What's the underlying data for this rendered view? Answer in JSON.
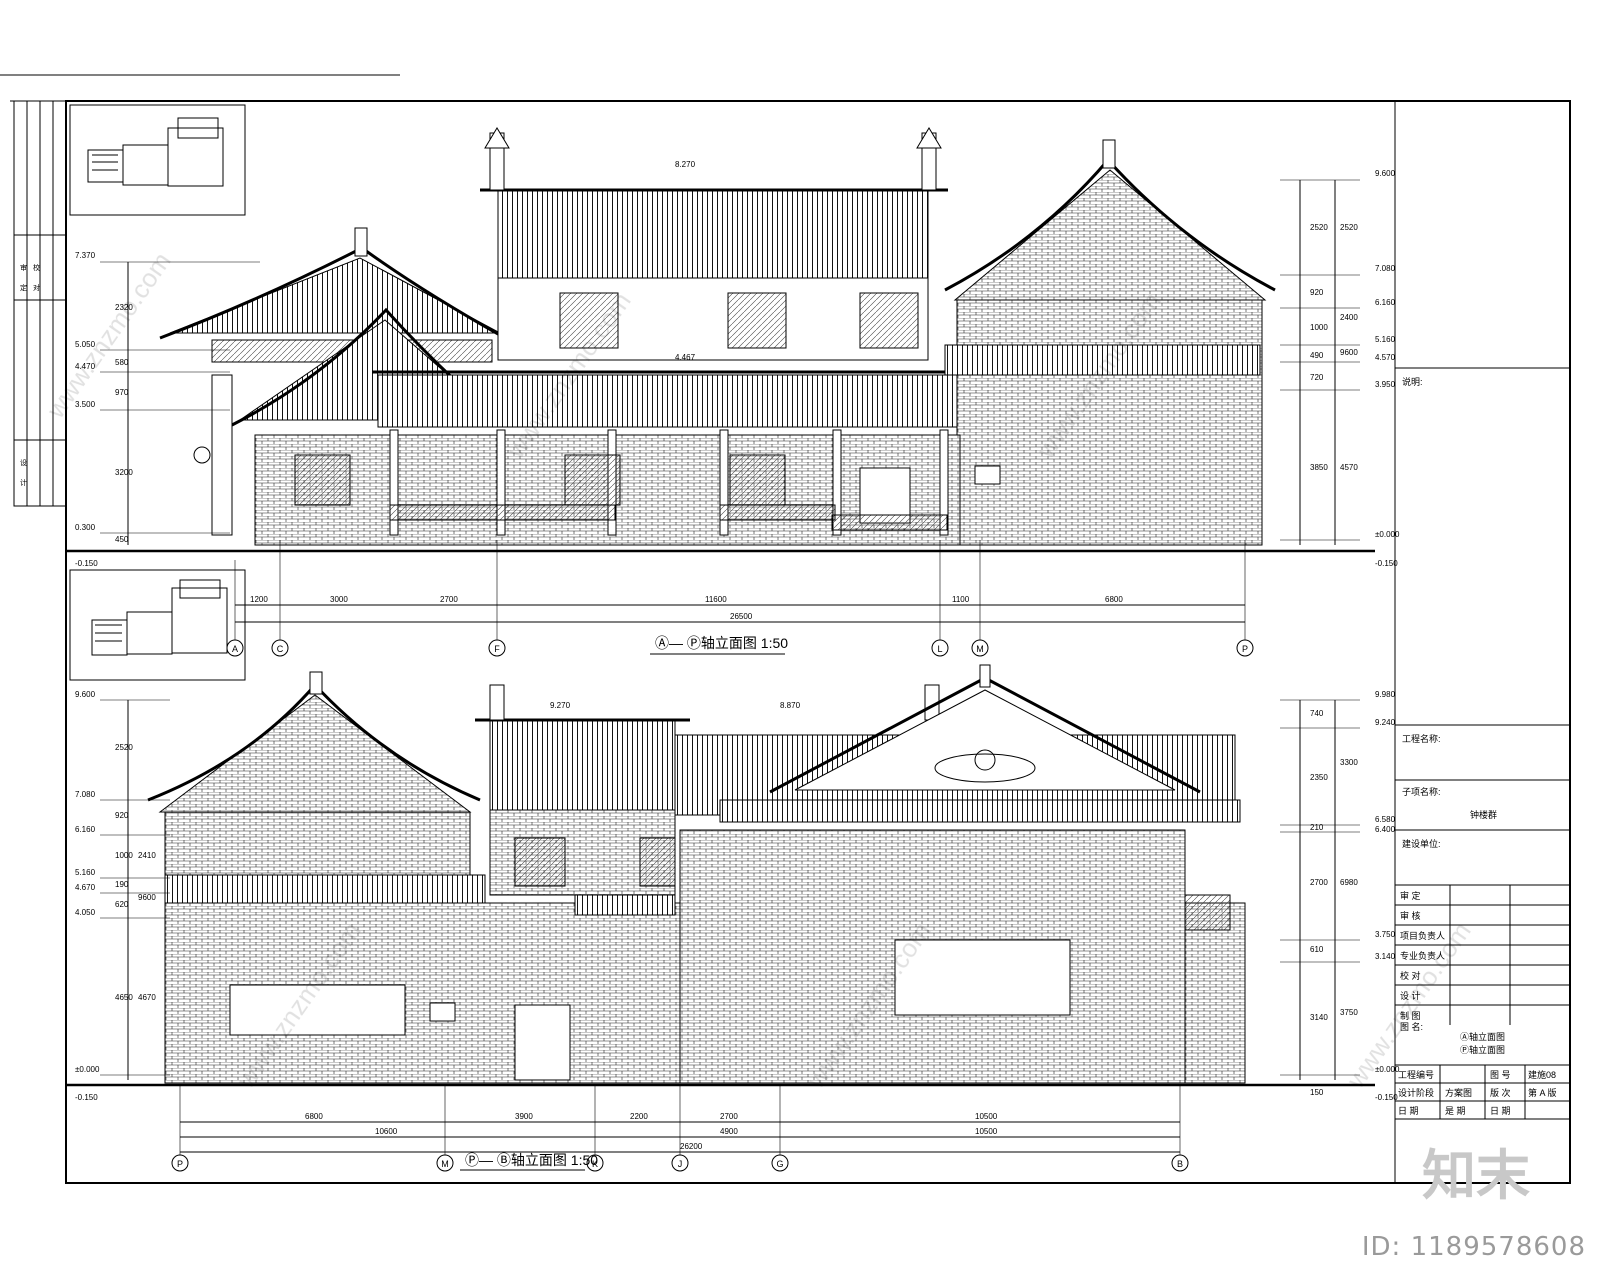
{
  "elevation_top": {
    "title": "Ⓐ— Ⓟ轴立面图 1:50",
    "levels_left": [
      "7.370",
      "5.050",
      "4.470",
      "3.500",
      "0.300",
      "-0.150"
    ],
    "levels_right": [
      "9.600",
      "7.080",
      "6.160",
      "5.160",
      "4.570",
      "3.950",
      "±0.000",
      "-0.150"
    ],
    "marks": [
      "8.270",
      "4.467"
    ],
    "dims_left": [
      "2320",
      "580",
      "970",
      "3200",
      "450"
    ],
    "dims_right": [
      "2520",
      "920",
      "1000",
      "490",
      "720",
      "3850"
    ],
    "dims_right_totals": [
      "2520",
      "2400",
      "9600",
      "4570"
    ],
    "dims_bottom": [
      "1200",
      "3000",
      "2700",
      "11600",
      "1100",
      "6800"
    ],
    "dims_total": "26500",
    "axes": [
      "A",
      "C",
      "F",
      "L",
      "M",
      "P"
    ]
  },
  "elevation_bottom": {
    "title": "Ⓟ— Ⓑ轴立面图 1:50",
    "levels_left": [
      "9.600",
      "7.080",
      "6.160",
      "5.160",
      "4.670",
      "4.050",
      "±0.000",
      "-0.150"
    ],
    "levels_right": [
      "9.980",
      "9.240",
      "6.580",
      "6.400",
      "3.750",
      "3.140",
      "±0.000",
      "-0.150"
    ],
    "marks": [
      "9.270",
      "8.870"
    ],
    "dims_left": [
      "2520",
      "920",
      "1000",
      "190",
      "620",
      "4650"
    ],
    "dims_left_totals": [
      "2410",
      "9600",
      "4670"
    ],
    "dims_right": [
      "740",
      "2350",
      "210",
      "2700",
      "610",
      "3140",
      "150"
    ],
    "dims_right_totals": [
      "3300",
      "6980",
      "3750"
    ],
    "dims_bottom": [
      "6800",
      "3900",
      "2200",
      "2700",
      "10500"
    ],
    "dims_sub": [
      "10600",
      "4900",
      "10500"
    ],
    "dims_total": "26200",
    "axes": [
      "P",
      "M",
      "K",
      "J",
      "G",
      "B"
    ]
  },
  "title_block": {
    "project_label": "工程名称:",
    "sub_label": "子项名称:",
    "sub_value": "钟楼群",
    "unit_label": "建设单位:",
    "notes_label": "说明:",
    "sign_rows": [
      "审 定",
      "审 核",
      "项目负责人",
      "专业负责人",
      "校 对",
      "设 计",
      "制 图"
    ],
    "drawing_label": "图 名:",
    "drawing_items": [
      "Ⓐ轴立面图",
      "Ⓟ轴立面图"
    ],
    "meta": [
      [
        "工程编号",
        "",
        "图 号",
        "建施08"
      ],
      [
        "设计阶段",
        "方案图",
        "版 次",
        "第 A 版"
      ],
      [
        "日 期",
        "是 期",
        "日 期",
        ""
      ]
    ]
  },
  "left_strip": [
    "审",
    "定",
    "设",
    "计",
    "校",
    "对"
  ],
  "watermark": "www.znzmo.com",
  "brand": "知末",
  "id_text": "ID: 1189578608"
}
